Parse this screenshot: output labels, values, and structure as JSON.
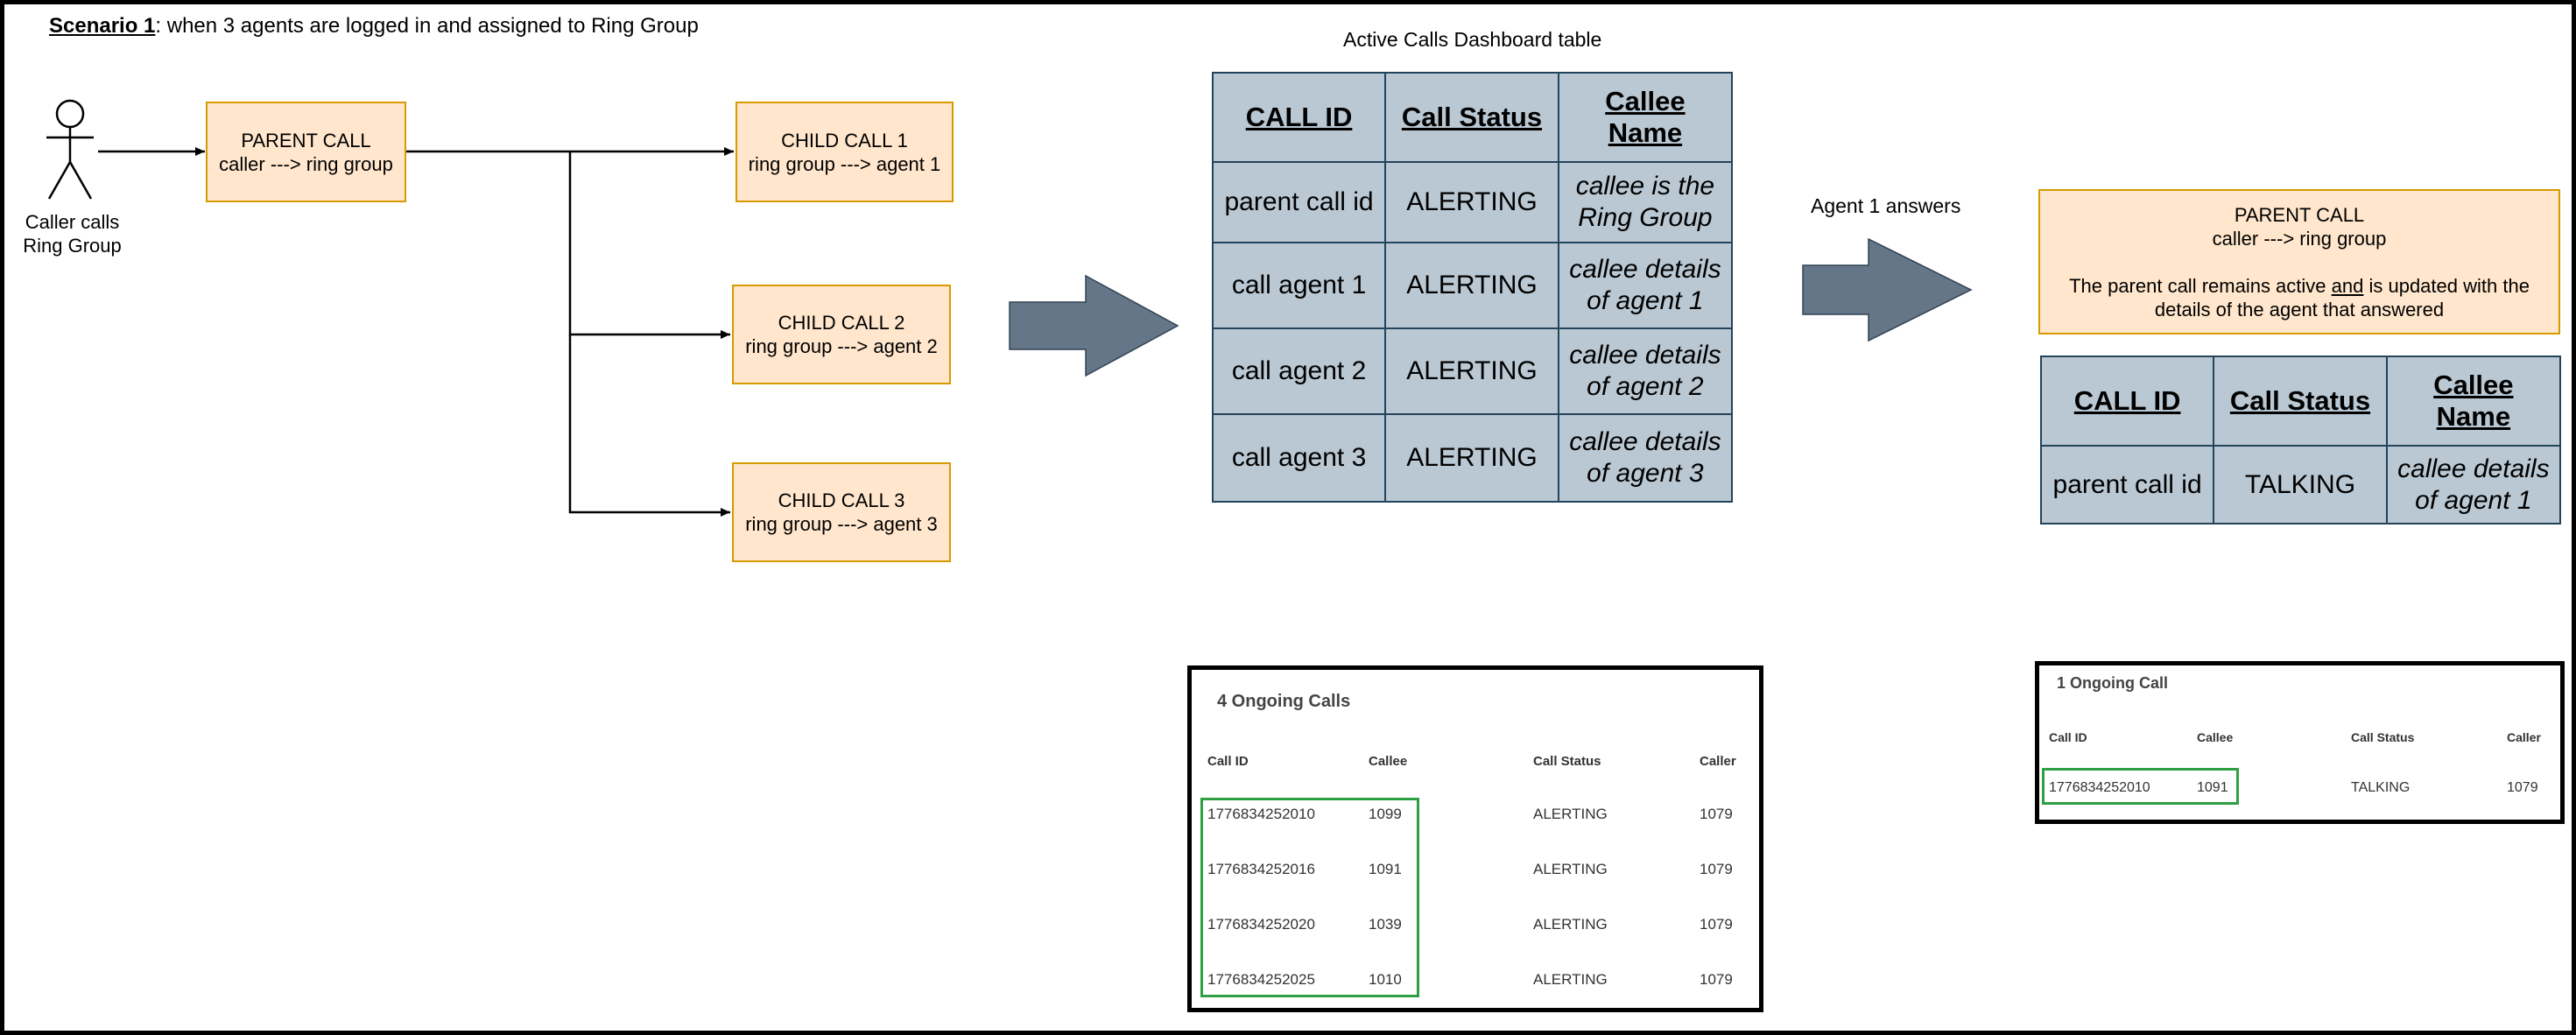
{
  "title": {
    "scenario": "Scenario 1",
    "rest": ": when 3 agents are logged in and assigned to Ring Group"
  },
  "actor": {
    "label_line1": "Caller calls",
    "label_line2": "Ring Group"
  },
  "parent_call": {
    "line1": "PARENT CALL",
    "line2": "caller ---> ring group"
  },
  "child_calls": [
    {
      "line1": "CHILD CALL 1",
      "line2": "ring group ---> agent 1"
    },
    {
      "line1": "CHILD CALL 2",
      "line2": "ring group ---> agent 2"
    },
    {
      "line1": "CHILD CALL 3",
      "line2": "ring group ---> agent 3"
    }
  ],
  "dashboard": {
    "title": "Active Calls Dashboard table",
    "headers": [
      "CALL ID",
      "Call Status",
      "Callee Name"
    ],
    "rows": [
      [
        "parent call id",
        "ALERTING",
        "callee is the Ring Group"
      ],
      [
        "call agent 1",
        "ALERTING",
        "callee details of agent 1"
      ],
      [
        "call agent 2",
        "ALERTING",
        "callee details of agent 2"
      ],
      [
        "call agent 3",
        "ALERTING",
        "callee details of agent 3"
      ]
    ]
  },
  "transition_label": "Agent 1 answers",
  "parent_after": {
    "line1": "PARENT CALL",
    "line2": "caller ---> ring group",
    "note_a": "The parent call remains active ",
    "note_and": "and",
    "note_b": " is updated with the",
    "note_c": "details of the agent that answered"
  },
  "dashboard_after": {
    "headers": [
      "CALL ID",
      "Call Status",
      "Callee Name"
    ],
    "row": [
      "parent call id",
      "TALKING",
      "callee details of agent 1"
    ]
  },
  "screenshot_before": {
    "title": "4 Ongoing Calls",
    "headers": [
      "Call ID",
      "Callee",
      "Call Status",
      "Caller"
    ],
    "rows": [
      [
        "1776834252010",
        "1099",
        "ALERTING",
        "1079"
      ],
      [
        "1776834252016",
        "1091",
        "ALERTING",
        "1079"
      ],
      [
        "1776834252020",
        "1039",
        "ALERTING",
        "1079"
      ],
      [
        "1776834252025",
        "1010",
        "ALERTING",
        "1079"
      ]
    ]
  },
  "screenshot_after": {
    "title": "1 Ongoing Call",
    "headers": [
      "Call ID",
      "Callee",
      "Call Status",
      "Caller"
    ],
    "rows": [
      [
        "1776834252010",
        "1091",
        "TALKING",
        "1079"
      ]
    ]
  },
  "colors": {
    "orange_fill": "#ffe6cc",
    "orange_stroke": "#d79b00",
    "table_fill": "#bac8d3",
    "table_stroke": "#23445d",
    "arrow_fill": "#647687",
    "highlight_green": "#2ea043"
  }
}
